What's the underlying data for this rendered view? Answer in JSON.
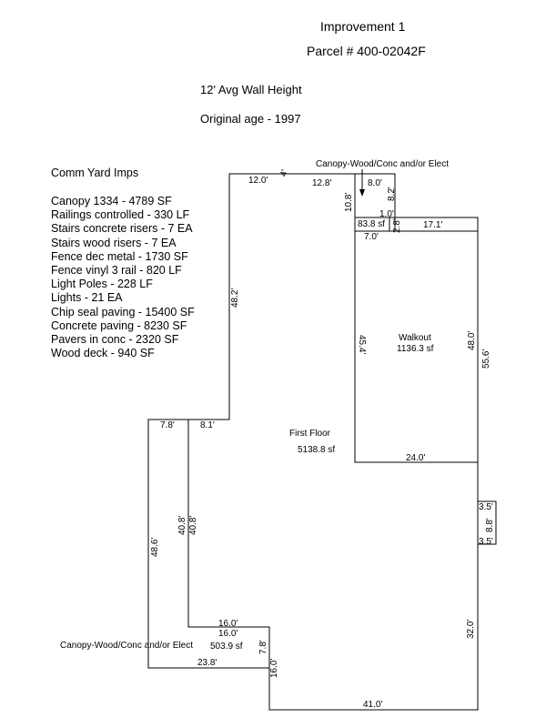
{
  "header": {
    "title": "Improvement 1",
    "parcel": "Parcel # 400-02042F",
    "wall_height": "12' Avg Wall Height",
    "original_age": "Original age - 1997"
  },
  "yard_imps": {
    "title": "Comm Yard Imps",
    "items": [
      "Canopy 1334 - 4789 SF",
      "Railings controlled - 330 LF",
      "Stairs concrete risers - 7 EA",
      "Stairs wood risers - 7 EA",
      "Fence dec metal - 1730 SF",
      "Fence vinyl 3 rail - 820 LF",
      "Light Poles - 228 LF",
      "Lights - 21 EA",
      "Chip seal paving - 15400 SF",
      "Concrete paving - 8230 SF",
      "Pavers in conc - 2320 SF",
      "Wood deck - 940 SF"
    ]
  },
  "sketch": {
    "labels": {
      "canopy_top": "Canopy-Wood/Conc and/or Elect",
      "canopy_bottom": "Canopy-Wood/Conc and/or Elect",
      "walkout_name": "Walkout",
      "walkout_area": "1136.3 sf",
      "first_floor_name": "First Floor",
      "first_floor_area": "5138.8 sf",
      "canopy_top_area": "83.8 sf",
      "canopy_bottom_area": "503.9 sf"
    },
    "dimensions": {
      "top_left": "12.0'",
      "top_tick": "4'",
      "top_right": "12.8'",
      "canopy_top_w": "8.0'",
      "canopy_left_h": "10.8'",
      "canopy_right_h": "8.2'",
      "canopy_step": "1.0'",
      "canopy_bottom_w": "7.0'",
      "canopy_small": "2.8'",
      "walkout_top": "17.1'",
      "walkout_left": "45.4'",
      "walkout_right": "48.0'",
      "right_long": "55.6'",
      "walkout_bottom": "24.0'",
      "left_upper": "48.2'",
      "mid_left_a": "7.8'",
      "mid_left_b": "8.1'",
      "left_lower": "48.6'",
      "inner_a": "40.8'",
      "inner_b": "40.8'",
      "notch_top": "3.5'",
      "notch_mid": "8.8'",
      "notch_bottom": "3.5'",
      "right_lower": "32.0'",
      "canopy_b_top_a": "16.0'",
      "canopy_b_top_b": "16.0'",
      "canopy_b_side": "7.8'",
      "canopy_b_bottom": "23.8'",
      "bottom_side": "16.0'",
      "bottom": "41.0'"
    }
  }
}
